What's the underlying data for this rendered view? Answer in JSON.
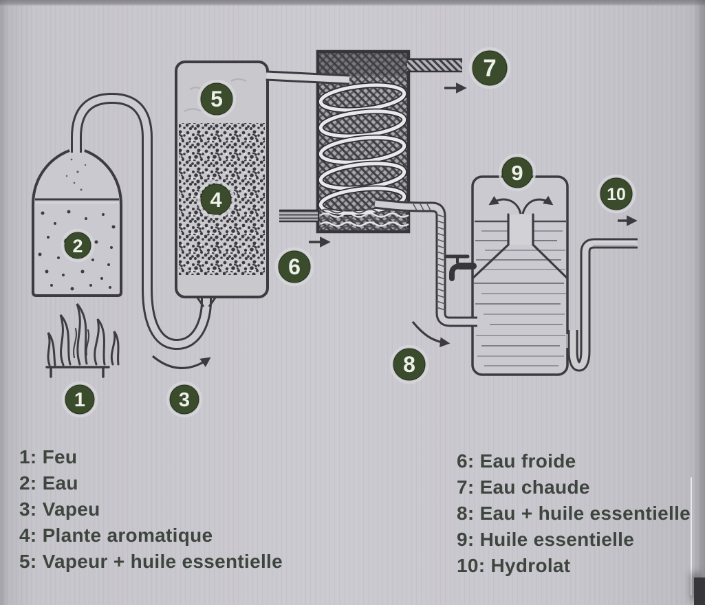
{
  "badges": [
    "1",
    "2",
    "3",
    "4",
    "5",
    "6",
    "7",
    "8",
    "9",
    "10"
  ],
  "legend": {
    "left": [
      "1: Feu",
      "2: Eau",
      "3: Vapeu",
      "4: Plante aromatique",
      "5: Vapeur + huile essentielle"
    ],
    "right": [
      "6: Eau froide",
      "7: Eau chaude",
      "8: Eau + huile essentielle",
      "9: Huile essentielle",
      "10: Hydrolat"
    ]
  },
  "colors": {
    "badge_green": "#3a4c2b",
    "line_dark": "#3b3b40",
    "background": "#c8c7cc",
    "legend_text": "#3e453e"
  }
}
